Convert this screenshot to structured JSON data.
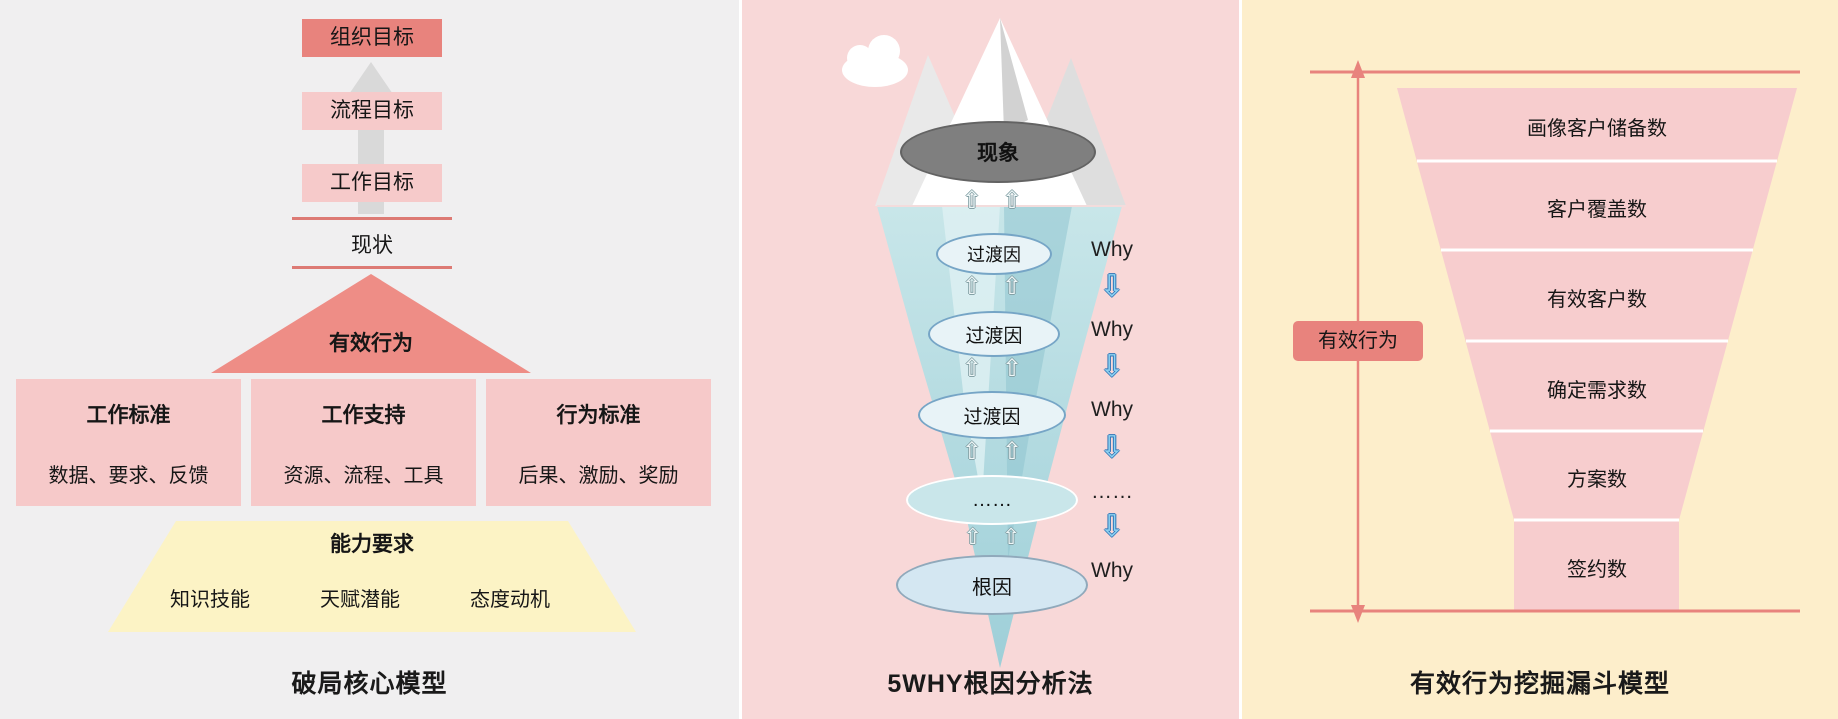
{
  "colors": {
    "left_panel_bg": "#f0eff0",
    "middle_panel_bg": "#f8d8d8",
    "right_panel_bg": "#fdeecb",
    "salmon_accent": "#e8837d",
    "pink_block": "#f6c9c9",
    "yellow_block": "#fcf3c5",
    "iceberg_teal": "#a9d4dc",
    "why_arrow_blue": "#8ed2f1"
  },
  "icons": {
    "up_arrow": "⇧",
    "down_arrow": "⇩"
  },
  "left_panel": {
    "title": "破局核心模型",
    "goal_boxes": [
      "组织目标",
      "流程目标",
      "工作目标"
    ],
    "current_state_label": "现状",
    "triangle_label": "有效行为",
    "pillars": [
      {
        "title": "工作标准",
        "desc": "数据、要求、反馈"
      },
      {
        "title": "工作支持",
        "desc": "资源、流程、工具"
      },
      {
        "title": "行为标准",
        "desc": "后果、激励、奖励"
      }
    ],
    "capability": {
      "title": "能力要求",
      "items": [
        "知识技能",
        "天赋潜能",
        "态度动机"
      ]
    }
  },
  "middle_panel": {
    "title": "5WHY根因分析法",
    "surface_label": "现象",
    "cause_levels": [
      "过渡因",
      "过渡因",
      "过渡因",
      "……",
      "根因"
    ],
    "why_sequence": [
      "Why",
      "Why",
      "Why",
      "……",
      "Why"
    ]
  },
  "right_panel": {
    "title": "有效行为挖掘漏斗模型",
    "axis_label": "有效行为",
    "funnel_levels": [
      "画像客户储备数",
      "客户覆盖数",
      "有效客户数",
      "确定需求数",
      "方案数",
      "签约数"
    ]
  }
}
